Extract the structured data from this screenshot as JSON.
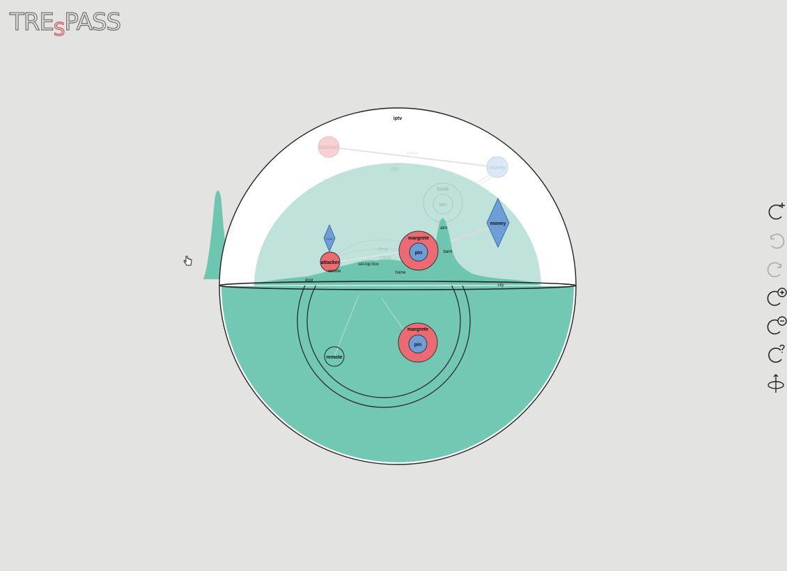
{
  "app": {
    "logo_parts": [
      "TRE",
      "S",
      "PASS"
    ]
  },
  "colors": {
    "background": "#e3e4e1",
    "teal": "#6fc6b0",
    "teal_light": "#bfe3db",
    "actor_red": "#ec6b73",
    "asset_blue": "#6d9fd6",
    "outline": "#222222"
  },
  "scene": {
    "outer_label": "iptv",
    "ghost_labels": {
      "attacker": "attacker",
      "money": "money",
      "city": "city",
      "bank": "bank",
      "atm": "atm",
      "door": "door",
      "home": "home",
      "link": "owns"
    },
    "upper_labels": {
      "atm": "atm",
      "bank": "bank",
      "money": "money",
      "margrete": "margrete",
      "pin": "pin",
      "attacker": "attacker",
      "remote": "remote",
      "set_top_box": "set-top box",
      "home": "home",
      "door": "door",
      "city": "city",
      "diamond_small": "money"
    },
    "lower_labels": {
      "margrete": "margrete",
      "pin": "pin",
      "remote": "remote"
    }
  },
  "toolbar": {
    "tools": [
      {
        "name": "add-node-icon",
        "enabled": true
      },
      {
        "name": "undo-icon",
        "enabled": false
      },
      {
        "name": "redo-icon",
        "enabled": false
      },
      {
        "name": "zoom-in-icon",
        "enabled": true
      },
      {
        "name": "zoom-out-icon",
        "enabled": true
      },
      {
        "name": "help-icon",
        "enabled": true
      },
      {
        "name": "rotate-view-icon",
        "enabled": true
      }
    ]
  }
}
